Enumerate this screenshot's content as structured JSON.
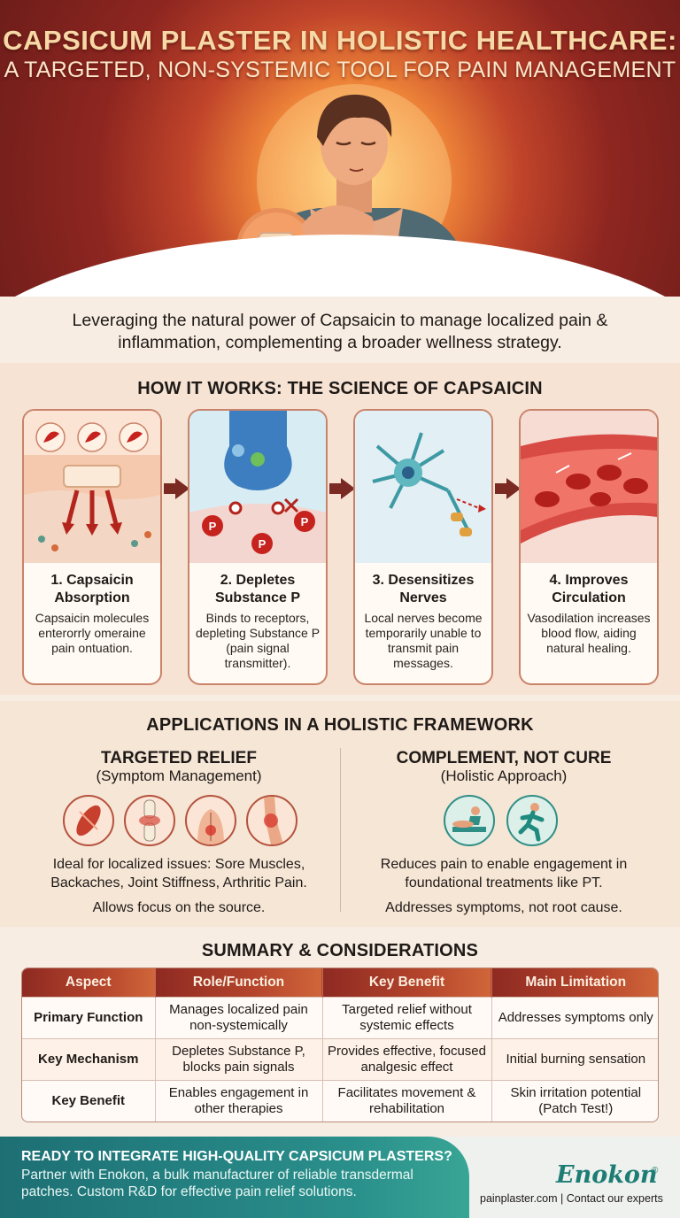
{
  "header": {
    "title_line1": "CAPSICUM PLASTER IN HOLISTIC HEALTHCARE:",
    "title_line2": "A TARGETED, NON-SYSTEMIC TOOL FOR PAIN MANAGEMENT"
  },
  "intro": "Leveraging the natural power of Capsaicin to manage localized pain & inflammation, complementing a broader wellness strategy.",
  "how_it_works": {
    "title": "HOW IT WORKS: THE SCIENCE OF CAPSAICIN",
    "steps": [
      {
        "title": "1. Capsaicin Absorption",
        "text": "Capsaicin molecules enterorrly omeraine pain ontuation.",
        "icon": "skin-patch-chili-icon"
      },
      {
        "title": "2. Depletes Substance P",
        "text": "Binds to receptors, depleting Substance P (pain signal transmitter).",
        "icon": "synapse-icon",
        "label_p": "P"
      },
      {
        "title": "3. Desensitizes Nerves",
        "text": "Local nerves become temporarily unable to transmit pain messages.",
        "icon": "neuron-icon"
      },
      {
        "title": "4. Improves Circulation",
        "text": "Vasodilation increases blood flow, aiding natural healing.",
        "icon": "blood-vessel-icon"
      }
    ]
  },
  "applications": {
    "title": "APPLICATIONS IN A HOLISTIC FRAMEWORK",
    "left": {
      "title": "TARGETED RELIEF",
      "subtitle": "(Symptom Management)",
      "text1": "Ideal for localized issues: Sore Muscles, Backaches, Joint Stiffness, Arthritic Pain.",
      "text2": "Allows focus on the source.",
      "icons": [
        "muscle-icon",
        "knee-joint-icon",
        "back-pain-icon",
        "arthritic-knee-icon"
      ]
    },
    "right": {
      "title": "COMPLEMENT, NOT CURE",
      "subtitle": "(Holistic Approach)",
      "text1": "Reduces pain to enable engagement in foundational treatments like PT.",
      "text2": "Addresses symptoms, not root cause.",
      "icons": [
        "physical-therapy-icon",
        "running-person-icon"
      ]
    }
  },
  "summary": {
    "title": "SUMMARY & CONSIDERATIONS",
    "headers": [
      "Aspect",
      "Role/Function",
      "Key Benefit",
      "Main Limitation"
    ],
    "rows": [
      [
        "Primary Function",
        "Manages localized pain non-systemically",
        "Targeted relief without systemic effects",
        "Addresses symptoms only"
      ],
      [
        "Key Mechanism",
        "Depletes Substance P, blocks pain signals",
        "Provides effective, focused analgesic effect",
        "Initial burning sensation"
      ],
      [
        "Key Benefit",
        "Enables engagement in other therapies",
        "Facilitates movement & rehabilitation",
        "Skin irritation potential (Patch Test!)"
      ]
    ]
  },
  "footer": {
    "cta_title": "READY TO INTEGRATE HIGH-QUALITY CAPSICUM PLASTERS?",
    "cta_text": "Partner with Enokon, a bulk manufacturer of reliable transdermal patches. Custom R&D for effective pain relief solutions.",
    "brand": "Enokon",
    "brand_mark": "®",
    "contact": "painplaster.com | Contact our experts"
  },
  "colors": {
    "accent": "#8e2a22",
    "teal": "#1d7d74",
    "card_border": "#c9836a"
  }
}
